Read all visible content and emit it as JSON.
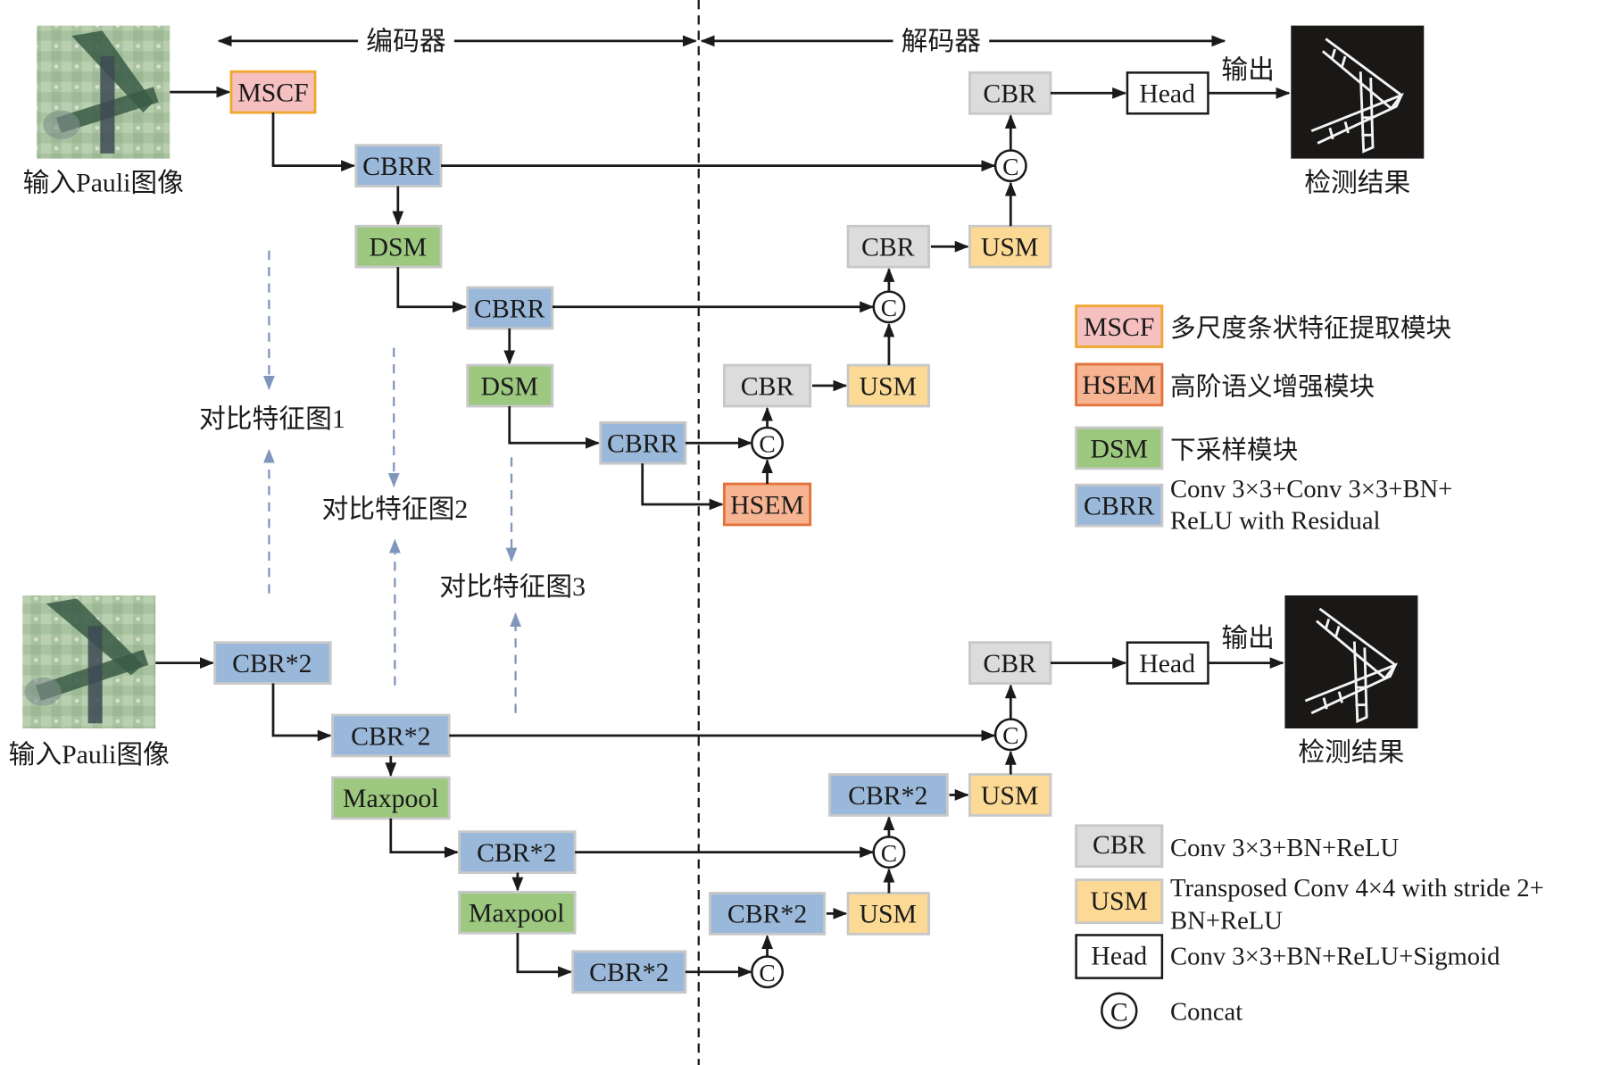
{
  "sections": {
    "encoder_label": "编码器",
    "decoder_label": "解码器"
  },
  "colors": {
    "MSCF_fill": "#f6bfc0",
    "MSCF_border": "#f0a830",
    "HSEM_fill": "#f6b493",
    "HSEM_border": "#e3733a",
    "DSM_fill": "#9cc87f",
    "CBRR_fill": "#9ab8da",
    "CBR_fill": "#dcdcdc",
    "USM_fill": "#fcda95",
    "box_border": "#c8c8c8",
    "feature_arrow": "#8096bd"
  },
  "top_network": {
    "input_caption": "输入Pauli图像",
    "output_label": "输出",
    "result_caption": "检测结果",
    "blocks": {
      "mscf": "MSCF",
      "cbrr1": "CBRR",
      "dsm1": "DSM",
      "cbrr2": "CBRR",
      "dsm2": "DSM",
      "cbrr3": "CBRR",
      "hsem": "HSEM",
      "cbr1": "CBR",
      "usm1": "USM",
      "cbr2": "CBR",
      "usm2": "USM",
      "cbr3": "CBR",
      "head": "Head"
    },
    "concat_symbol": "C"
  },
  "feature_maps": [
    "对比特征图1",
    "对比特征图2",
    "对比特征图3"
  ],
  "bottom_network": {
    "input_caption": "输入Pauli图像",
    "output_label": "输出",
    "result_caption": "检测结果",
    "blocks": {
      "cbr2a": "CBR*2",
      "cbr2b": "CBR*2",
      "maxpool1": "Maxpool",
      "cbr2c": "CBR*2",
      "maxpool2": "Maxpool",
      "cbr2d": "CBR*2",
      "cbr2e": "CBR*2",
      "usm1": "USM",
      "cbr2f": "CBR*2",
      "usm2": "USM",
      "cbr": "CBR",
      "head": "Head"
    },
    "concat_symbol": "C"
  },
  "legend_top": [
    {
      "key": "MSCF",
      "desc": "多尺度条状特征提取模块"
    },
    {
      "key": "HSEM",
      "desc": "高阶语义增强模块"
    },
    {
      "key": "DSM",
      "desc": "下采样模块"
    },
    {
      "key": "CBRR",
      "desc_line1": "Conv 3×3+Conv 3×3+BN+",
      "desc_line2": "ReLU with Residual"
    }
  ],
  "legend_bottom": [
    {
      "key": "CBR",
      "desc": "Conv 3×3+BN+ReLU"
    },
    {
      "key": "USM",
      "desc_line1": "Transposed Conv 4×4 with stride 2+",
      "desc_line2": "BN+ReLU"
    },
    {
      "key": "Head",
      "desc": "Conv 3×3+BN+ReLU+Sigmoid"
    },
    {
      "key": "C",
      "desc": "Concat"
    }
  ]
}
